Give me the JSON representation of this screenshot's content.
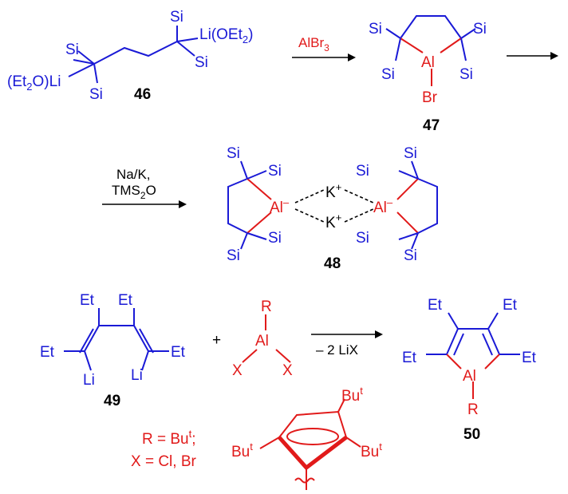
{
  "colors": {
    "carbon_framework": "#1a1ad6",
    "aluminum": "#e11a1a",
    "text": "#000000"
  },
  "compounds": {
    "c46": {
      "number": "46",
      "si": "Si",
      "li_oet2": "Li(OEt",
      "oet2_sub": "2",
      "oet2_close": ")",
      "et2o_open": "(Et",
      "et2o_sub": "2",
      "et2o_close": "O)Li"
    },
    "c47": {
      "number": "47",
      "si": "Si",
      "al": "Al",
      "br": "Br"
    },
    "c48": {
      "number": "48",
      "si": "Si",
      "al": "Al",
      "al_charge": "–",
      "k": "K",
      "k_charge": "+"
    },
    "c49": {
      "number": "49",
      "et": "Et",
      "li": "Li"
    },
    "reagent_alx": {
      "r": "R",
      "al": "Al",
      "x": "X"
    },
    "c50": {
      "number": "50",
      "et": "Et",
      "al": "Al",
      "r": "R"
    }
  },
  "arrows": {
    "a1": {
      "label_main": "AlBr",
      "label_sub": "3"
    },
    "a2": {
      "line1": "Na/K,",
      "line2_main": "TMS",
      "line2_sub": "2",
      "line2_end": "O"
    },
    "a3": {
      "label": "– 2 LiX"
    }
  },
  "plus": "+",
  "definitions": {
    "r_main": "R = Bu",
    "r_sup": "t",
    "r_end": ";",
    "x_def": "X = Cl, Br"
  },
  "cp_substituent": {
    "bu": "Bu",
    "t": "t"
  }
}
